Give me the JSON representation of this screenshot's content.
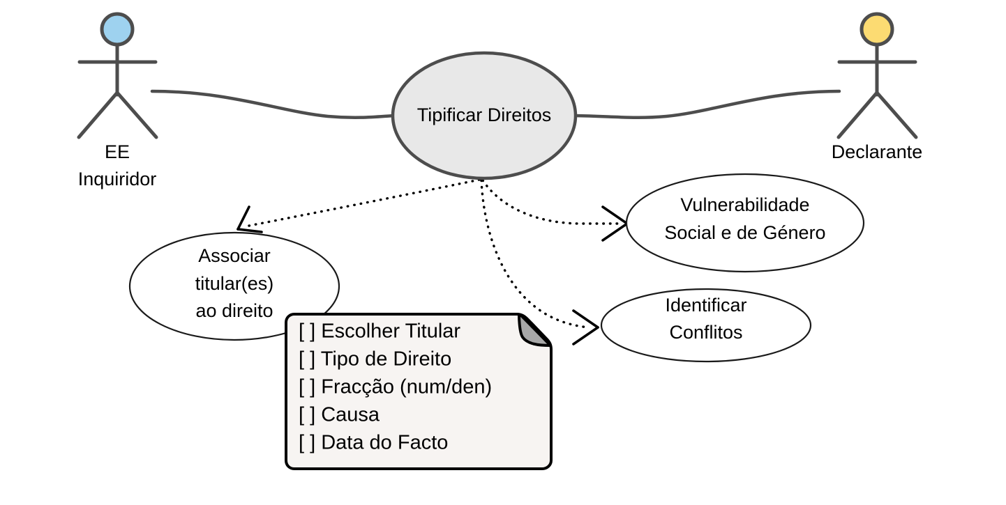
{
  "diagram": {
    "type": "uml-use-case-diagram",
    "background": "#ffffff",
    "colors": {
      "actor_stroke": "#4d4d4d",
      "actor_head_left": "#9ed2ef",
      "actor_head_right": "#fcdb72",
      "main_usecase_fill": "#e8e8e8",
      "main_usecase_stroke": "#4d4d4d",
      "usecase_fill": "#ffffff",
      "usecase_stroke": "#1a1a1a",
      "note_fill": "#f7f4f2",
      "note_stroke": "#000000",
      "note_fold_fill": "#a8a8a8",
      "connector": "#4d4d4d",
      "text": "#000000"
    }
  },
  "actors": [
    {
      "id": "ee-inquiridor",
      "label_lines": [
        "EE",
        "Inquiridor"
      ],
      "head_color": "#9ed2ef",
      "side": "left"
    },
    {
      "id": "declarante",
      "label_lines": [
        "Declarante"
      ],
      "head_color": "#fcdb72",
      "side": "right"
    }
  ],
  "use_cases": [
    {
      "id": "tipificar-direitos",
      "label_lines": [
        "Tipificar Direitos"
      ],
      "primary": true
    },
    {
      "id": "associar-titulares",
      "label_lines": [
        "Associar",
        "titular(es)",
        "ao direito"
      ],
      "primary": false
    },
    {
      "id": "vulnerabilidade",
      "label_lines": [
        "Vulnerabilidade",
        "Social e de Género"
      ],
      "primary": false
    },
    {
      "id": "identificar-conflitos",
      "label_lines": [
        "Identificar",
        "Conflitos"
      ],
      "primary": false
    }
  ],
  "associations": [
    {
      "from": "ee-inquiridor",
      "to": "tipificar-direitos",
      "style": "solid"
    },
    {
      "from": "declarante",
      "to": "tipificar-direitos",
      "style": "solid"
    }
  ],
  "dependencies": [
    {
      "from": "tipificar-direitos",
      "to": "associar-titulares",
      "style": "dotted"
    },
    {
      "from": "tipificar-direitos",
      "to": "vulnerabilidade",
      "style": "dotted"
    },
    {
      "from": "tipificar-direitos",
      "to": "identificar-conflitos",
      "style": "dotted"
    }
  ],
  "note": {
    "id": "checklist-note",
    "items": [
      "[ ] Escolher Titular",
      "[ ] Tipo de Direito",
      "[ ] Fracção (num/den)",
      "[ ] Causa",
      "[ ] Data do Facto"
    ]
  }
}
